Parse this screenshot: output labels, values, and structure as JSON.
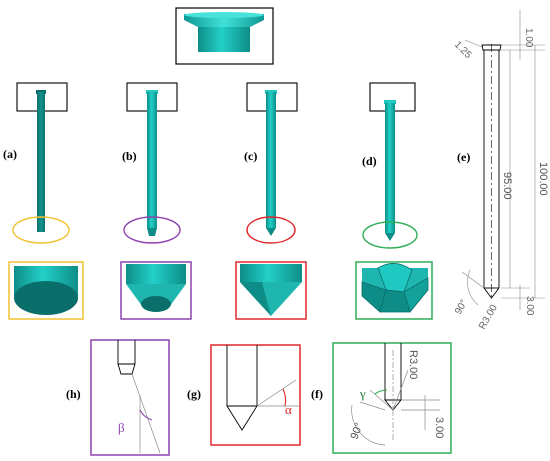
{
  "colors": {
    "teal": "#1fc8c0",
    "teal_dark": "#0e8d88",
    "teal_shadow": "#0a6f6b",
    "yellow": "#f1c232",
    "purple": "#8e44ad",
    "red": "#e0282c",
    "green": "#2eae55",
    "gray_line": "#8a8a8a"
  },
  "labels": {
    "a": "(a)",
    "b": "(b)",
    "c": "(c)",
    "d": "(d)",
    "e": "(e)",
    "f": "(f)",
    "g": "(g)",
    "h": "(h)"
  },
  "dimensions_e": {
    "head_height": "1.00",
    "head_chamfer": "1.25",
    "body_length": "95.00",
    "total_length": "100.00",
    "tip_length": "3.00",
    "tip_angle": "90°",
    "tip_radius": "R3.00"
  },
  "dimensions_f": {
    "radius": "R3.00",
    "angle": "90°",
    "tip_length": "3.00",
    "gamma": "γ"
  },
  "angle_g": "α",
  "angle_h": "β"
}
